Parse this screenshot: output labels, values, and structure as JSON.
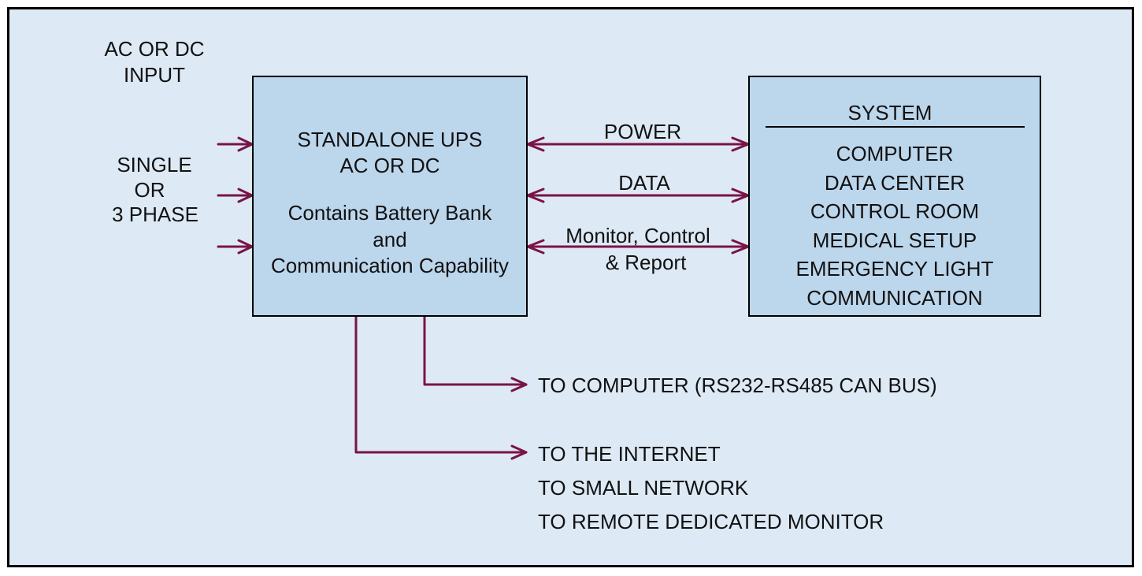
{
  "colors": {
    "background": "#dde9f5",
    "box_fill": "#bcd6ec",
    "connector": "#7a1347",
    "border": "#000000"
  },
  "input": {
    "title_lines": [
      "AC OR DC",
      "INPUT"
    ],
    "phase_lines": [
      "SINGLE",
      "OR",
      "3 PHASE"
    ]
  },
  "ups": {
    "lines": [
      "STANDALONE UPS",
      "AC OR DC",
      "Contains Battery Bank",
      "and",
      "Communication Capability"
    ]
  },
  "links": {
    "power": "POWER",
    "data": "DATA",
    "monitor_lines": [
      "Monitor, Control",
      "& Report"
    ]
  },
  "system": {
    "title": "SYSTEM",
    "items": [
      "COMPUTER",
      "DATA CENTER",
      "CONTROL ROOM",
      "MEDICAL SETUP",
      "EMERGENCY LIGHT",
      "COMMUNICATION"
    ]
  },
  "outputs": {
    "computer": "TO COMPUTER (RS232-RS485 CAN BUS)",
    "network_lines": [
      "TO THE INTERNET",
      "TO SMALL NETWORK",
      "TO REMOTE DEDICATED MONITOR"
    ]
  }
}
